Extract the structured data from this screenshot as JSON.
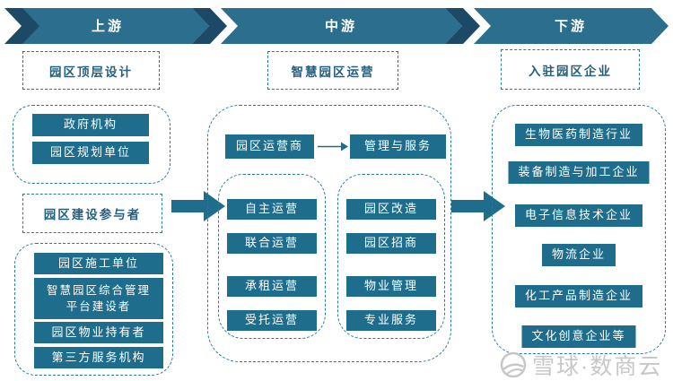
{
  "colors": {
    "banner_body": "#2B6E8E",
    "banner_dark": "#1C4A66",
    "box_fill": "#1E6D8C",
    "dash_border": "#2779A0",
    "label_text": "#24607F",
    "watermark_gray": "#C5C5C5",
    "background": "#FFFFFF"
  },
  "banners": {
    "upstream": "上游",
    "midstream": "中游",
    "downstream": "下游"
  },
  "upstream": {
    "design_label": "园区顶层设计",
    "planners": [
      "政府机构",
      "园区规划单位"
    ],
    "participants_label": "园区建设参与者",
    "builders": [
      "园区施工单位",
      "智慧园区综合管理\n平台建设者",
      "园区物业持有者",
      "第三方服务机构"
    ]
  },
  "midstream": {
    "operation_label": "智慧园区运营",
    "operator": "园区运营商",
    "management": "管理与服务",
    "operation_modes": [
      "自主运营",
      "联合运营",
      "承租运营",
      "受托运营"
    ],
    "services": [
      "园区改造",
      "园区招商",
      "物业管理",
      "专业服务"
    ]
  },
  "downstream": {
    "tenant_label": "入驻园区企业",
    "tenants": [
      "生物医药制造行业",
      "装备制造与加工企业",
      "电子信息技术企业",
      "物流企业",
      "化工产品制造企业",
      "文化创意企业等"
    ]
  },
  "watermark": {
    "text": "雪球·数商云"
  }
}
